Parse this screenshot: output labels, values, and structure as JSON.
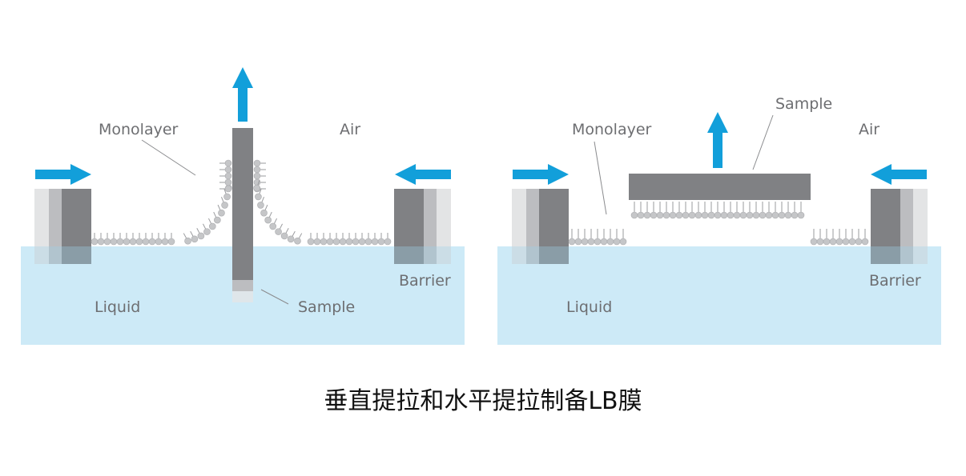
{
  "left_panel": {
    "monolayer_label": "Monolayer",
    "air_label": "Air",
    "barrier_label": "Barrier",
    "liquid_label": "Liquid",
    "sample_label": "Sample"
  },
  "right_panel": {
    "monolayer_label": "Monolayer",
    "air_label": "Air",
    "barrier_label": "Barrier",
    "liquid_label": "Liquid",
    "sample_label": "Sample"
  },
  "caption": "垂直提拉和水平提拉制备LB膜",
  "colors": {
    "liquid": "#cdeaf7",
    "arrow": "#129fda",
    "barrier_dark": "#808184",
    "barrier_mid": "#bcbdc0",
    "barrier_light": "#e3e4e5",
    "sample": "#808184",
    "molecule_head": "#c5c6c8",
    "molecule_tail": "#9a9b9e",
    "label": "#6d6e71"
  }
}
